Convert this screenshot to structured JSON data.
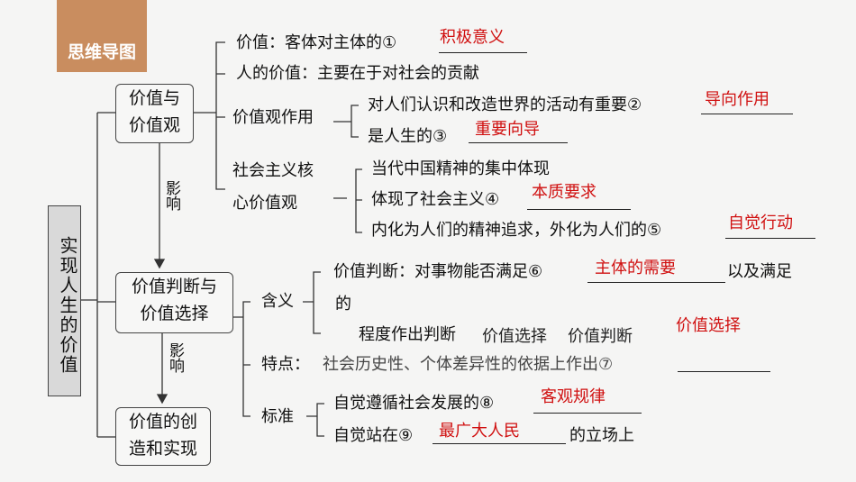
{
  "title_badge": "思维导图",
  "root": "实现人生的价值",
  "nodes": {
    "n1": [
      "价值与",
      "价值观"
    ],
    "n2": [
      "价值判断与",
      "价值选择"
    ],
    "n3": [
      "价值的创",
      "造和实现"
    ]
  },
  "arrows": {
    "a1": "影响",
    "a2": "影响"
  },
  "branch1": {
    "value_def": "价值：客体对主体的①",
    "a1": "积极意义",
    "person_value": "人的价值：主要在于对社会的贡献",
    "values_role": "价值观作用",
    "role1": "对人们认识和改造世界的活动有重要②",
    "a2": "导向作用",
    "role2": "是人生的③",
    "a3": "重要向导",
    "core_l1": "社会主义核",
    "core_l2": "心价值观",
    "core1": "当代中国精神的集中体现",
    "core2": "体现了社会主义④",
    "a4": "本质要求",
    "core3": "内化为人们的精神追求，外化为人们的⑤",
    "a5": "自觉行动"
  },
  "branch2": {
    "meaning": "含义",
    "m1": "价值判断：对事物能否满足⑥",
    "a6": "主体的需要",
    "m1_tail": "以及满足",
    "m2": "的",
    "m3": "程度作出判断",
    "floating": "价值选择",
    "feature": "特点：",
    "feature_text": "社会历史性、个体差异性的依据上作出⑦",
    "feature_overlay1": "价值选择",
    "feature_overlay2": "价值判断",
    "standard": "标准",
    "s1": "自觉遵循社会发展的⑧",
    "a8": "客观规律",
    "s2": "自觉站在⑨",
    "a9": "最广大人民",
    "s2_tail": "的立场上"
  }
}
